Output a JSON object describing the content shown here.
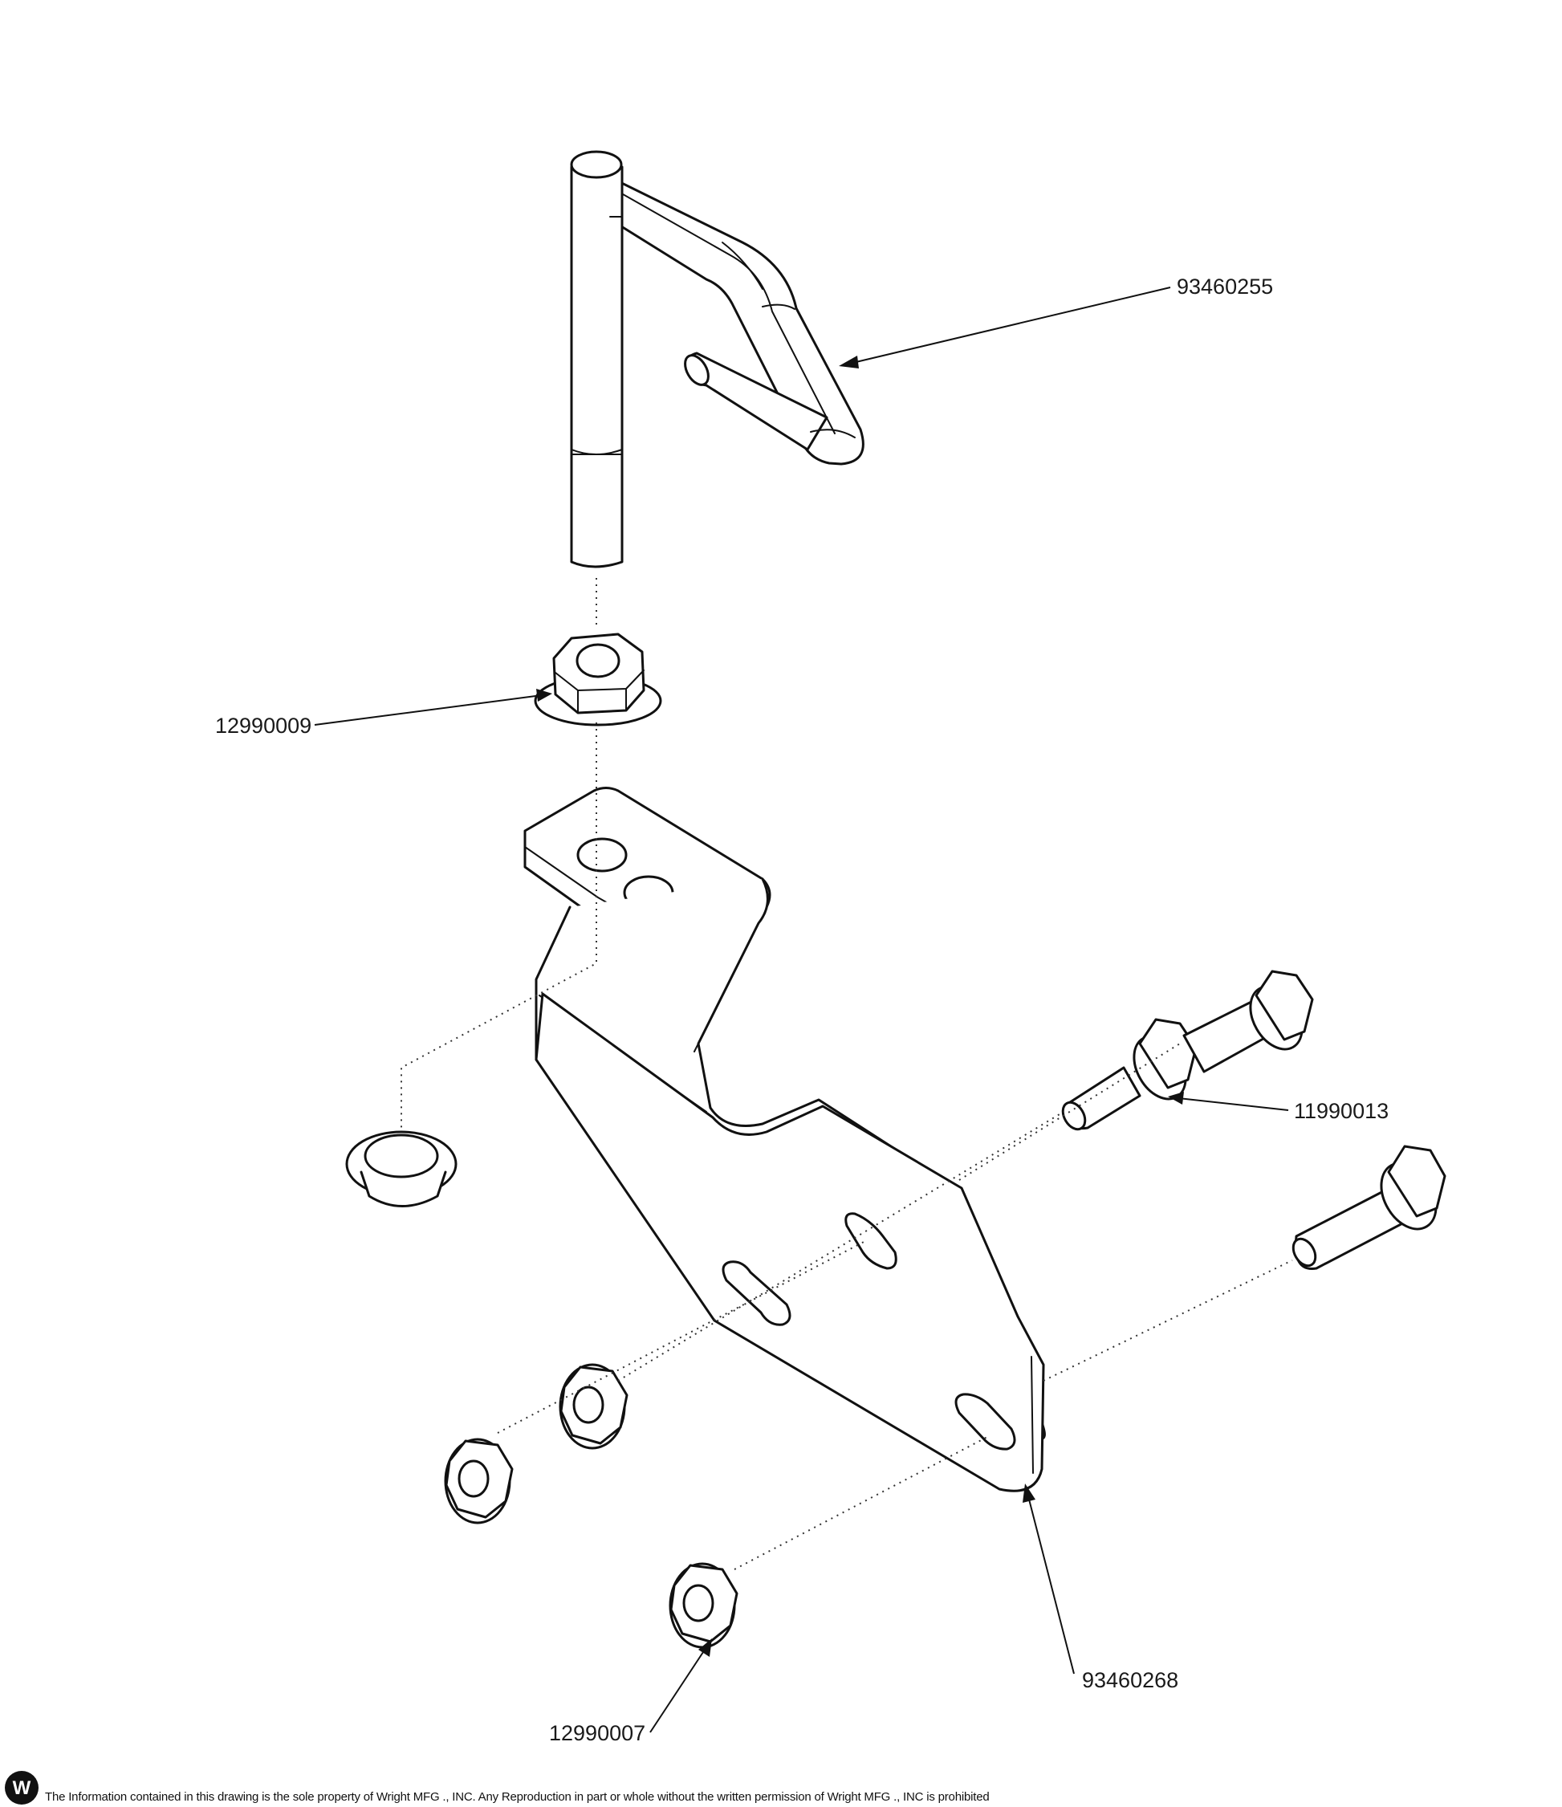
{
  "callouts": {
    "pin": "93460255",
    "upper_nut": "12990009",
    "bolts": "11990013",
    "bracket": "93460268",
    "lower_nut": "12990007"
  },
  "footer": {
    "notice": "The Information contained in this drawing is the sole property of Wright MFG ., INC. Any Reproduction in part or whole without the written permission of Wright MFG ., INC is prohibited"
  },
  "logo": {
    "letter": "W"
  }
}
